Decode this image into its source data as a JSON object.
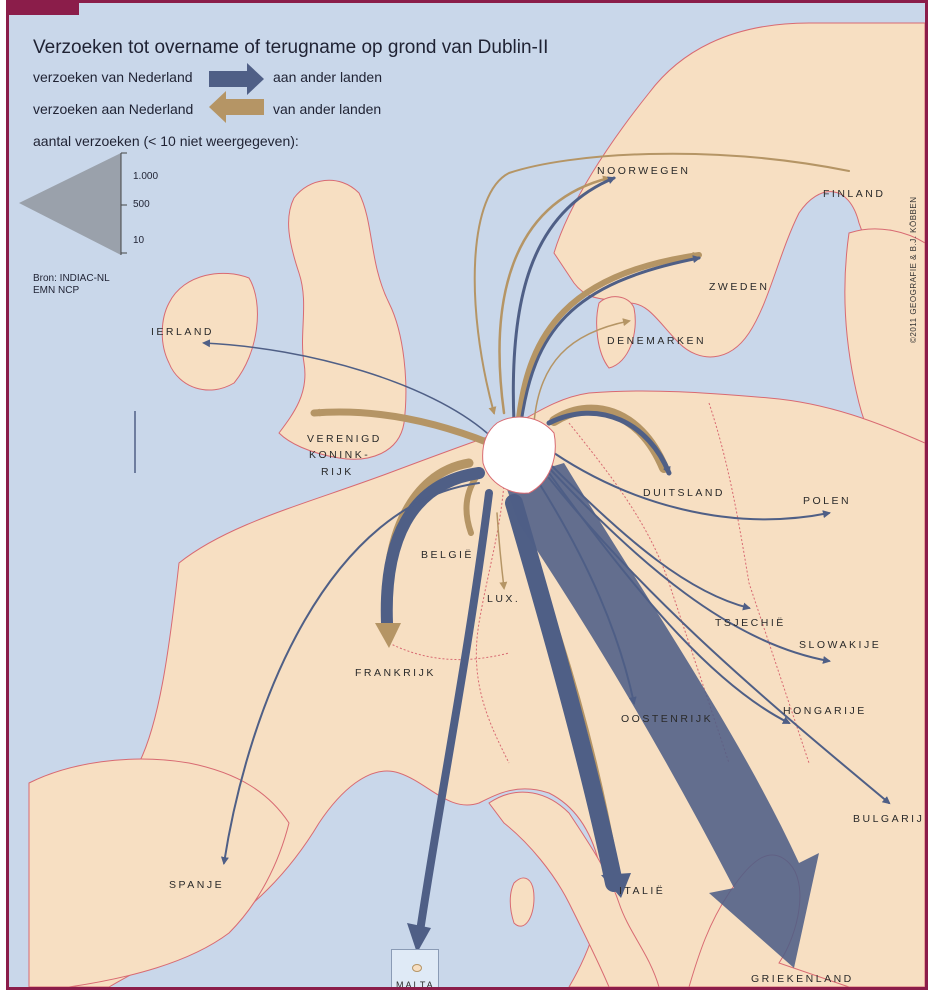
{
  "title": "Verzoeken tot overname of terugname op grond van Dublin-II",
  "legend": {
    "outgoing_left": "verzoeken van Nederland",
    "outgoing_right": "aan ander landen",
    "incoming_left": "verzoeken aan Nederland",
    "incoming_right": "van ander landen",
    "count_label": "aantal verzoeken (< 10 niet weergegeven):",
    "scale_ticks": [
      "1.000",
      "500",
      "10"
    ],
    "source_line1": "Bron: INDIAC-NL",
    "source_line2": "EMN NCP"
  },
  "credit": "©2011 GEOGRAFIE & B.J. KÖBBEN",
  "countries": {
    "noorwegen": "NOORWEGEN",
    "finland": "FINLAND",
    "zweden": "ZWEDEN",
    "denemarken": "DENEMARKEN",
    "ierland": "IERLAND",
    "vk1": "VERENIGD",
    "vk2": "KONINK-",
    "vk3": "RIJK",
    "duitsland": "DUITSLAND",
    "polen": "POLEN",
    "belgie": "BELGIË",
    "lux": "LUX.",
    "tsjechie": "TSJECHIË",
    "slowakije": "SLOWAKIJE",
    "frankrijk": "FRANKRIJK",
    "hongarije": "HONGARIJE",
    "oostenrijk": "OOSTENRIJK",
    "bulgarije": "BULGARIJE",
    "spanje": "SPANJE",
    "italie": "ITALIË",
    "malta": "MALTA",
    "griekenland": "GRIEKENLAND"
  },
  "colors": {
    "outgoing": "#4f5f86",
    "incoming": "#b59565",
    "land": "#f7dfc2",
    "sea": "#c9d7ea",
    "border": "#d86a72",
    "frame": "#8b1d4a"
  }
}
